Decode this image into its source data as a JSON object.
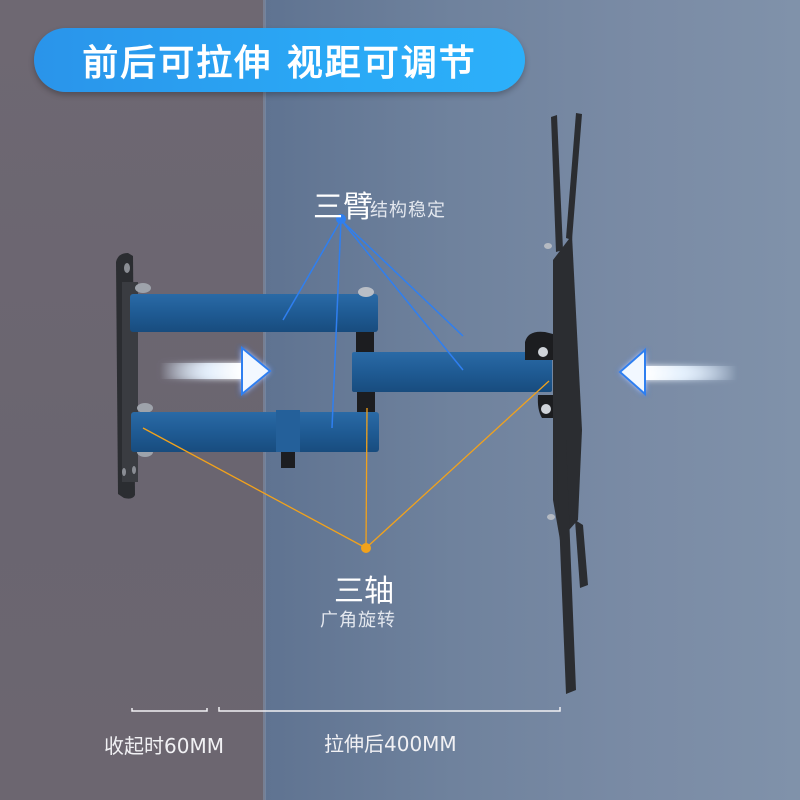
{
  "banner": {
    "title": "前后可拉伸 视距可调节",
    "color": "#2aa2f2"
  },
  "callouts": {
    "arms": {
      "title": "三臂",
      "subtitle": "结构稳定",
      "color": "#2f7ff0"
    },
    "axes": {
      "title": "三轴",
      "subtitle": "广角旋转",
      "color": "#f2a21b"
    }
  },
  "dimensions": {
    "retracted": {
      "label": "收起时60MM"
    },
    "extended": {
      "label": "拉伸后400MM"
    }
  },
  "icons": {
    "push_arrow_right": "arrow-right-icon",
    "push_arrow_left": "arrow-left-icon"
  },
  "colors": {
    "arm_blue": "#1f5b94",
    "steel": "#2b2d31",
    "wall": "#6c6670",
    "room": "#6f829d"
  }
}
